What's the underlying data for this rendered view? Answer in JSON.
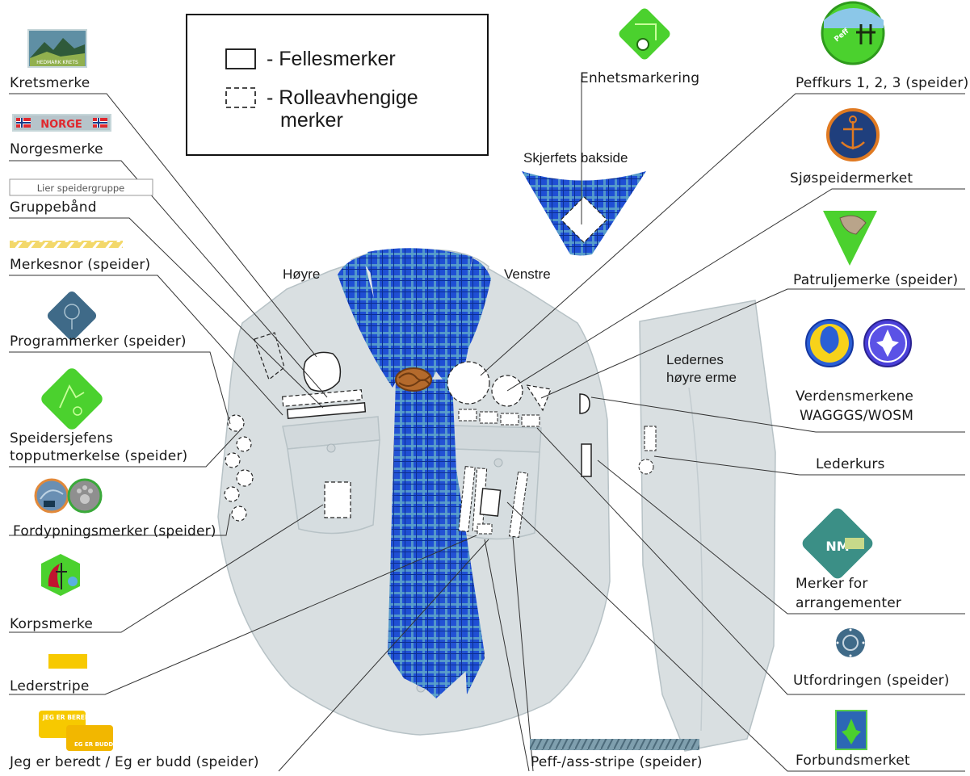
{
  "legend": {
    "felles": "- Fellesmerker",
    "rolle_line1": "- Rolleavhengige",
    "rolle_line2": "merker"
  },
  "side_labels": {
    "hoyre": "Høyre",
    "venstre": "Venstre",
    "skjerf_bakside": "Skjerfets bakside",
    "ledernes_1": "Ledernes",
    "ledernes_2": "høyre erme"
  },
  "left_labels": {
    "kretsmerke": "Kretsmerke",
    "norgesmerke": "Norgesmerke",
    "gruppebaand": "Gruppebånd",
    "merkesnor": "Merkesnor (speider)",
    "programmerker": "Programmerker (speider)",
    "speidersjef_1": "Speidersjefens",
    "speidersjef_2": "topputmerkelse (speider)",
    "fordypning": "Fordypningsmerker (speider)",
    "korpsmerke": "Korpsmerke",
    "lederstripe": "Lederstripe",
    "jeg_er_beredt": "Jeg er beredt / Eg er budd (speider)"
  },
  "right_labels": {
    "enhetsmarkering": "Enhetsmarkering",
    "peffkurs": "Peffkurs 1, 2, 3 (speider)",
    "sjospeider": "Sjøspeidermerket",
    "patruljemerke": "Patruljemerke (speider)",
    "verdens_1": "Verdensmerkene",
    "verdens_2": "WAGGGS/WOSM",
    "lederkurs": "Lederkurs",
    "arrangement_1": "Merker for",
    "arrangement_2": "arrangementer",
    "utfordringen": "Utfordringen (speider)",
    "forbundsmerket": "Forbundsmerket",
    "peff_stripe": "Peff-/ass-stripe (speider)"
  },
  "badge_text": {
    "krets": "HEDMARK KRETS",
    "norge": "NORGE",
    "gruppe": "Lier speidergruppe",
    "jeg_er_beredt_badge": "JEG ER BEREDT",
    "eg_er_budd_badge": "EG ER BUDD",
    "peff_badge": "Peff",
    "nm_badge": "NM"
  },
  "colors": {
    "shirt": "#d9dfe1",
    "shirt_stroke": "#b7c2c6",
    "scarf": "#1e4fd6",
    "scarf_check": "#5ba7c9",
    "woggle": "#b46a2c",
    "badge_green": "#4bd12e",
    "leader_yellow": "#f7c900",
    "navy": "#1f3f7d",
    "orange": "#e07a22",
    "teal": "#3b8f86",
    "program_badge": "#3f6a88"
  }
}
